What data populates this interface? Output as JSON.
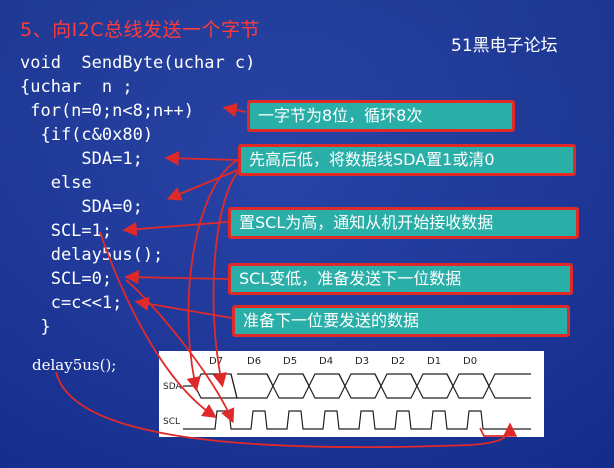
{
  "slide": {
    "title": "5、向I2C总线发送一个字节",
    "brand": "51黑电子论坛"
  },
  "code_lines": [
    "void  SendByte(uchar c)",
    "{uchar  n ;",
    " for(n=0;n<8;n++)",
    "  {if(c&0x80)",
    "      SDA=1;",
    "   else",
    "      SDA=0;",
    "   SCL=1;",
    "   delay5us();",
    "   SCL=0;",
    "   c=c<<1;",
    "  }"
  ],
  "delay_label": "delay5us();",
  "callouts": [
    "一字节为8位，循环8次",
    "先高后低，将数据线SDA置1或清0",
    "置SCL为高，通知从机开始接收数据",
    "SCL变低，准备发送下一位数据",
    "准备下一位要发送的数据"
  ],
  "waveform": {
    "sda_label": "SDA",
    "scl_label": "SCL",
    "bits": [
      "D7",
      "D6",
      "D5",
      "D4",
      "D3",
      "D2",
      "D1",
      "D0"
    ]
  },
  "colors": {
    "background": "#1a36a0",
    "title": "#ff3b3b",
    "callout_fill": "#2aaea8",
    "callout_border": "#e02a2a",
    "arrow": "#e02a2a"
  }
}
